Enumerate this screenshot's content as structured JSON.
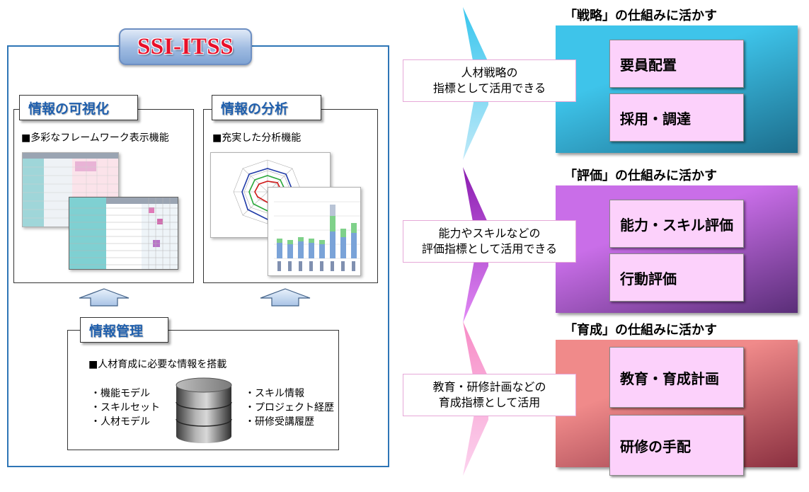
{
  "logo": {
    "text": "SSI-ITSS"
  },
  "visualization": {
    "tab": "情報の可視化",
    "feature": "■多彩なフレームワーク表示機能"
  },
  "analysis": {
    "tab": "情報の分析",
    "feature": "■充実した分析機能"
  },
  "management": {
    "tab": "情報管理",
    "feature": "■人材育成に必要な情報を搭載",
    "left_items": [
      "・機能モデル",
      "・スキルセット",
      "・人材モデル"
    ],
    "right_items": [
      "・スキル情報",
      "・プロジェクト経歴",
      "・研修受講履歴"
    ]
  },
  "sections": [
    {
      "title": "「戦略」の仕組みに活かす",
      "callout_lines": [
        "人材戦略の",
        "指標として活用できる"
      ],
      "items": [
        "要員配置",
        "採用・調達"
      ],
      "gradient": [
        "#3ec4ea",
        "#1c6d8c"
      ],
      "chevron": [
        "#38c6ee",
        "#bfe9f8"
      ]
    },
    {
      "title": "「評価」の仕組みに活かす",
      "callout_lines": [
        "能力やスキルなどの",
        "評価指標として活用できる"
      ],
      "items": [
        "能力・スキル評価",
        "行動評価"
      ],
      "gradient": [
        "#c96ee8",
        "#5a2e78"
      ],
      "chevron": [
        "#8a1cb0",
        "#e28af6"
      ]
    },
    {
      "title": "「育成」の仕組みに活かす",
      "callout_lines": [
        "教育・研修計画などの",
        "育成指標として活用"
      ],
      "items": [
        "教育・育成計画",
        "研修の手配"
      ],
      "gradient": [
        "#f08a8a",
        "#8a3040"
      ],
      "chevron": [
        "#f78cc6",
        "#fcd4ef"
      ]
    }
  ]
}
